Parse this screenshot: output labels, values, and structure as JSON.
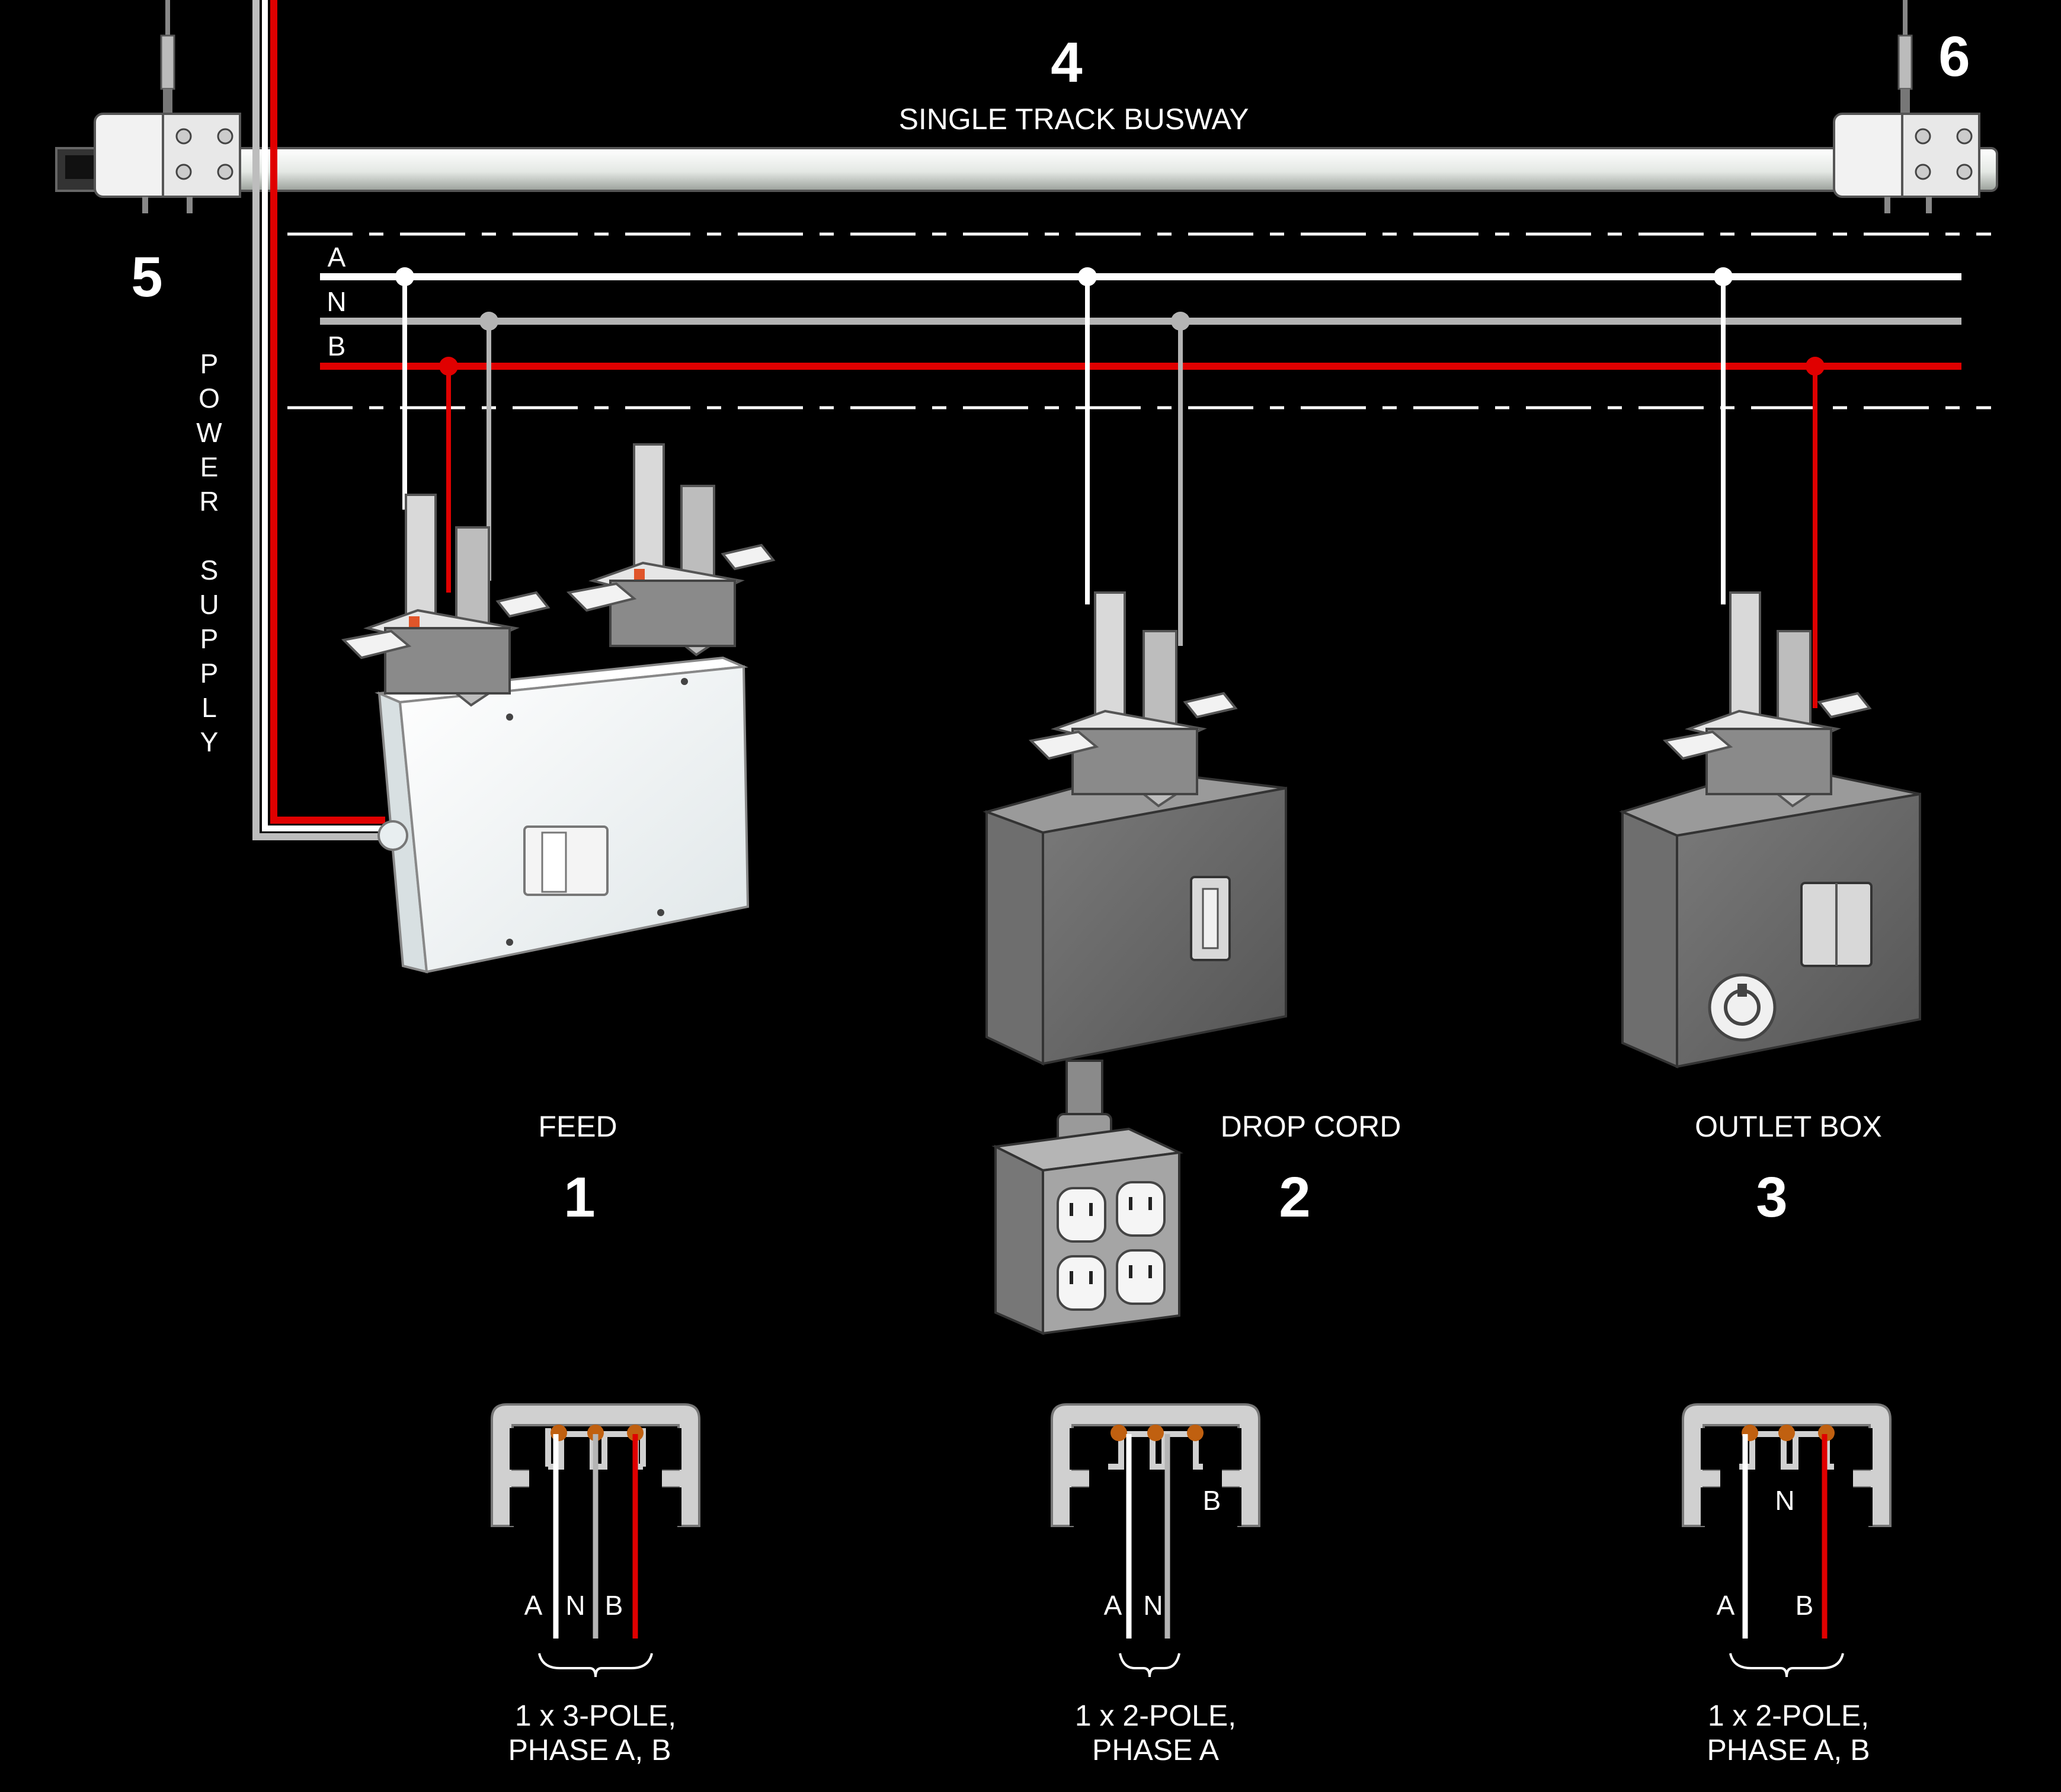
{
  "busway": {
    "number": "4",
    "title": "SINGLE TRACK BUSWAY"
  },
  "hangers": {
    "left_number": "5",
    "right_number": "6"
  },
  "power_supply_label": "POWER SUPPLY",
  "rails": {
    "labels": [
      "A",
      "N",
      "B"
    ],
    "colors": {
      "A": "#ffffff",
      "N": "#b4b4b4",
      "B": "#e00000"
    }
  },
  "components": [
    {
      "caption": "FEED",
      "number": "1",
      "profile_labels": [
        "A",
        "N",
        "B"
      ],
      "spec_line1": "1 x 3-POLE,",
      "spec_line2": "PHASE A, B"
    },
    {
      "caption": "DROP CORD",
      "number": "2",
      "profile_labels": [
        "A",
        "N"
      ],
      "profile_side_label": "B",
      "spec_line1": "1 x 2-POLE,",
      "spec_line2": "PHASE A"
    },
    {
      "caption": "OUTLET BOX",
      "number": "3",
      "profile_labels": [
        "A",
        "B"
      ],
      "profile_side_label": "N",
      "spec_line1": "1 x 2-POLE,",
      "spec_line2": "PHASE A, B"
    }
  ]
}
